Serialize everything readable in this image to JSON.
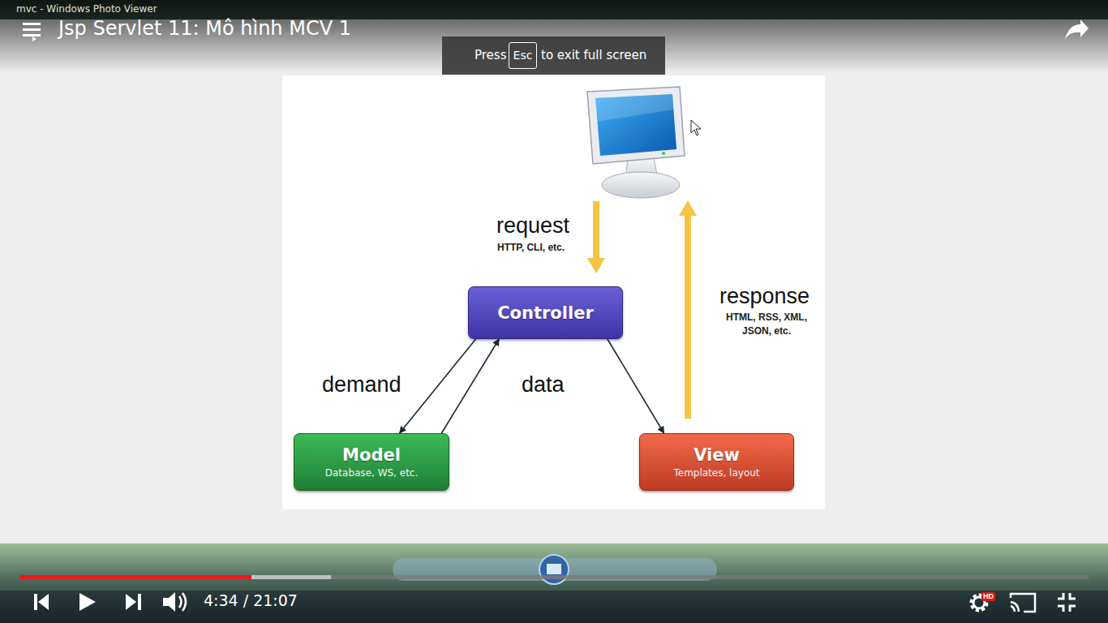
{
  "diagram": {
    "title": "Jsp Servlet 11: Mô hình MCV 1",
    "nodes": [
      {
        "text": [
          "Controller"
        ]
      },
      {
        "text": [
          "Model",
          "Database, WS, etc."
        ]
      },
      {
        "text": [
          "View",
          "Templates, layout"
        ]
      }
    ],
    "edges": [
      {
        "from": 0,
        "to": 1,
        "arrow": "to",
        "label": "demand"
      },
      {
        "from": 1,
        "to": 0,
        "arrow": "to",
        "label": "data"
      },
      {
        "from": 0,
        "to": 2,
        "arrow": "to"
      }
    ],
    "labels": [
      "mvc - Windows Photo Viewer",
      "Press",
      "Esc",
      "to exit full screen",
      "request",
      "HTTP, CLI, etc.",
      "response",
      "HTML, RSS, XML, JSON, etc.",
      "4:34 / 21:07",
      "HD"
    ]
  }
}
